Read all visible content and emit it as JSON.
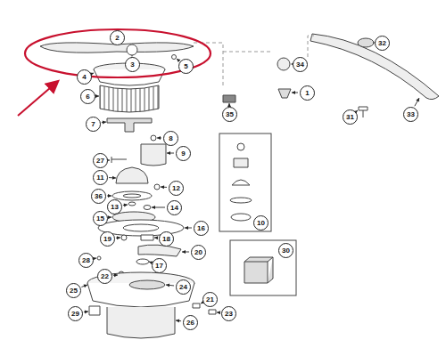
{
  "diagram": {
    "labels": [
      "2",
      "32",
      "3",
      "5",
      "34",
      "4",
      "1",
      "6",
      "35",
      "31",
      "33",
      "7",
      "8",
      "9",
      "27",
      "11",
      "10",
      "12",
      "36",
      "13",
      "14",
      "15",
      "16",
      "19",
      "18",
      "20",
      "30",
      "17",
      "28",
      "22",
      "25",
      "24",
      "29",
      "21",
      "23",
      "26"
    ]
  }
}
